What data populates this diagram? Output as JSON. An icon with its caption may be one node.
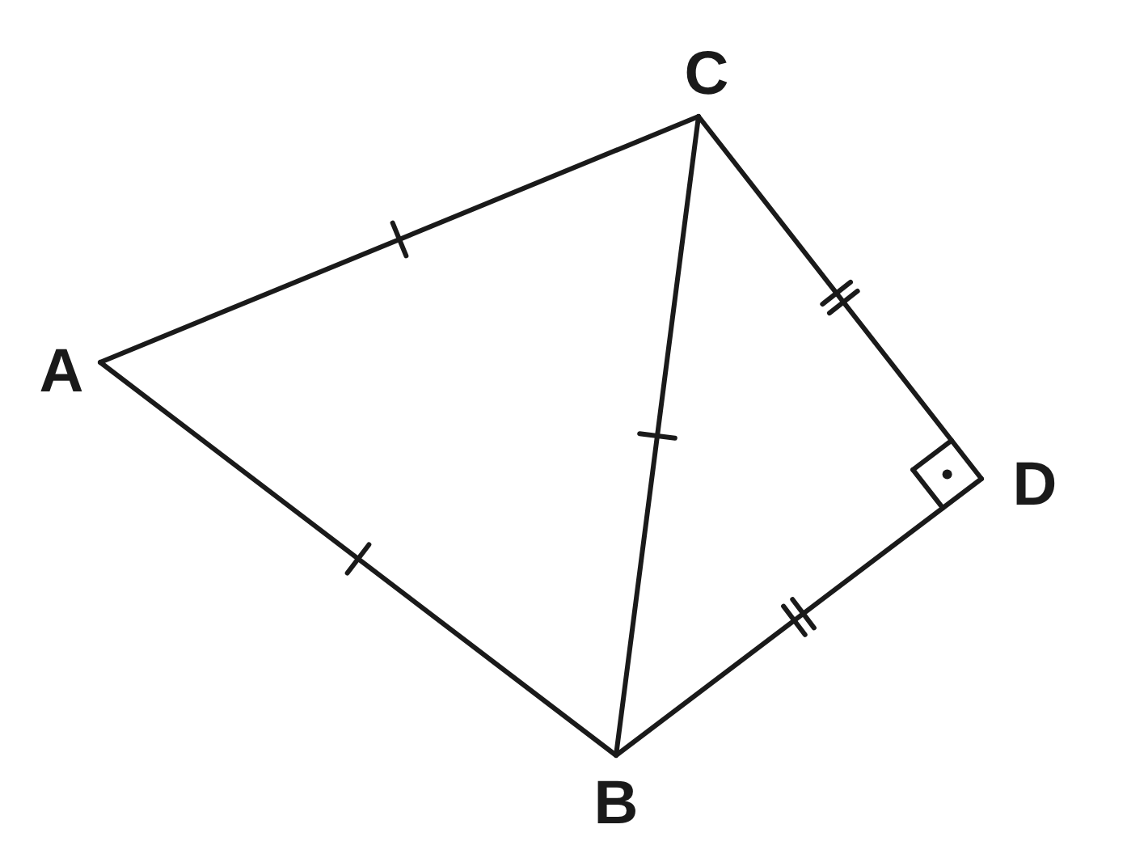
{
  "diagram": {
    "labels": [
      "C",
      "A",
      "D",
      "B"
    ]
  }
}
